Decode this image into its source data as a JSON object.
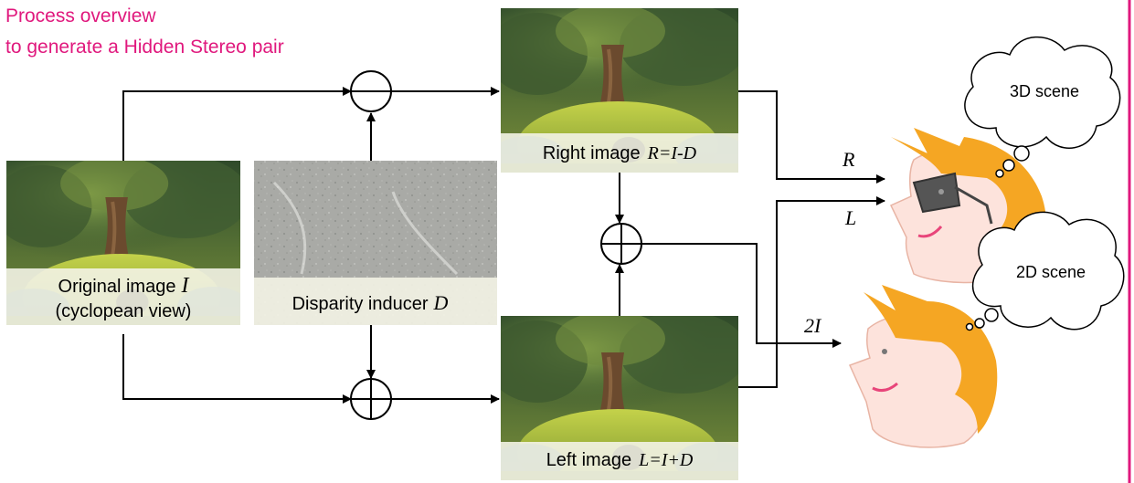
{
  "title": {
    "line1": "Process overview",
    "line2": "to generate a Hidden Stereo pair"
  },
  "labels": {
    "original_line1_text": "Original image",
    "original_line1_var": "I",
    "original_line2": "(cyclopean view)",
    "disparity_text": "Disparity inducer",
    "disparity_var": "D",
    "right_text": "Right image",
    "right_formula": "R=I-D",
    "left_text": "Left image",
    "left_formula": "L=I+D"
  },
  "signals": {
    "R": "R",
    "L": "L",
    "two_I": "2I"
  },
  "thoughts": {
    "scene_3d": "3D scene",
    "scene_2d": "2D scene"
  },
  "colors": {
    "title": "#e0187d",
    "accent_border": "#e0187d",
    "hair": "#f5a623",
    "skin": "#fde3dc",
    "mouth": "#e8457a",
    "glasses": "#555555",
    "label_bg": "#f3f3e6"
  },
  "icons": {
    "operator_minus": "minus-circle-icon",
    "operator_plus": "plus-circle-icon"
  }
}
